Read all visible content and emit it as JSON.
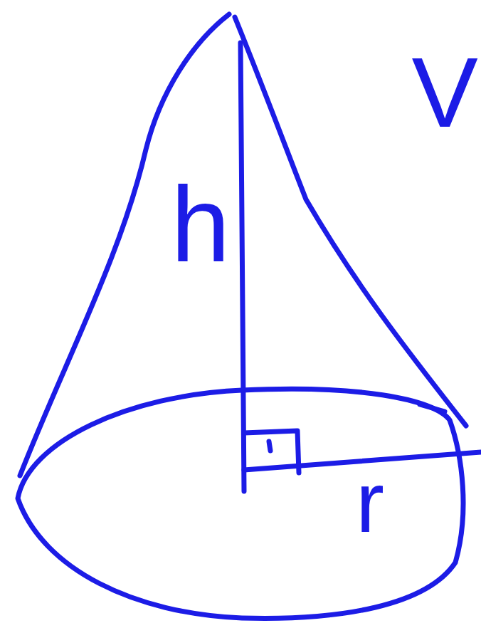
{
  "diagram": {
    "labels": [
      "h",
      "r",
      "V"
    ]
  }
}
